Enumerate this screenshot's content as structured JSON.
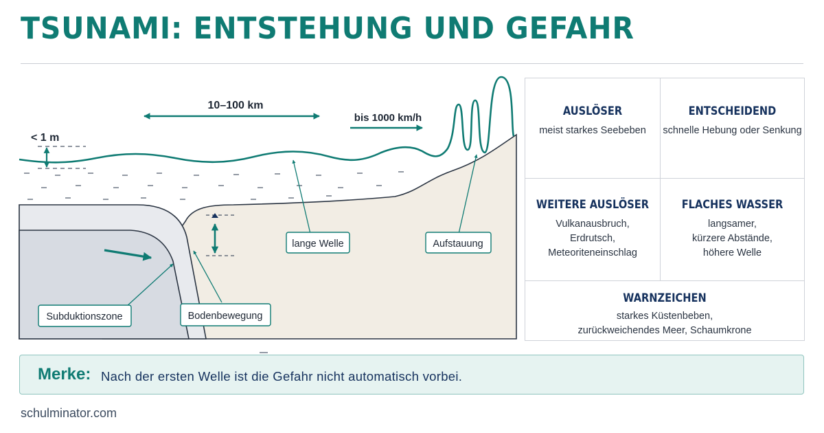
{
  "title": "TSUNAMI: ENTSTEHUNG UND GEFAHR",
  "diagram": {
    "wavelength": "10–100 km",
    "speed": "bis 1000 km/h",
    "height": "< 1 m",
    "labels": {
      "long_wave": "lange Welle",
      "pileup": "Aufstauung",
      "subduction": "Subduktionszone",
      "ground_motion": "Bodenbewegung"
    }
  },
  "cards": {
    "trigger": {
      "heading": "AUSLÖSER",
      "text": "meist starkes Seebeben"
    },
    "decisive": {
      "heading": "ENTSCHEIDEND",
      "text": "schnelle Hebung oder Senkung"
    },
    "more_triggers": {
      "heading": "WEITERE AUSLÖSER",
      "text": "Vulkanausbruch,\nErdrutsch,\nMeteoriteneinschlag"
    },
    "shallow": {
      "heading": "FLACHES WASSER",
      "text": "langsamer,\nkürzere Abstände,\nhöhere Welle"
    },
    "warning": {
      "heading": "WARNZEICHEN",
      "text": "starkes Küstenbeben,\nzurückweichendes Meer, Schaumkrone"
    }
  },
  "note": {
    "label": "Merke:",
    "text": "Nach der ersten Welle ist die Gefahr nicht automatisch vorbei."
  },
  "footer": "schulminator.com",
  "colors": {
    "accent": "#0f7b73",
    "heading": "#15315d",
    "land": "#f2ede4",
    "plate": "#d7dbe2"
  }
}
